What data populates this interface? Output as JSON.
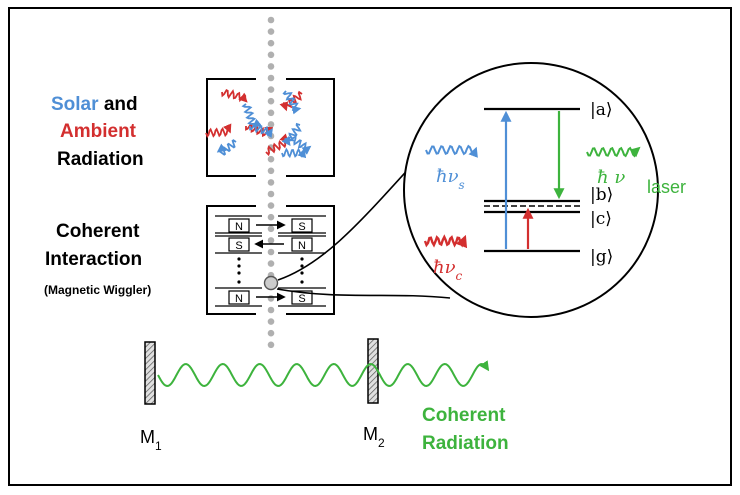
{
  "radiation_label": {
    "solar": "Solar",
    "and": "and",
    "ambient": "Ambient",
    "radiation": "Radiation"
  },
  "interaction_label": {
    "line1": "Coherent",
    "line2": "Interaction",
    "line3": "(Magnetic Wiggler)"
  },
  "magnets": {
    "left": [
      "N",
      "S",
      "N"
    ],
    "right": [
      "S",
      "N",
      "S"
    ]
  },
  "levels": {
    "a": "|a⟩",
    "b": "|b⟩",
    "c": "|c⟩",
    "g": "|g⟩"
  },
  "photons": {
    "solar": "ħν",
    "solar_sub": "s",
    "ambient": "ħν",
    "ambient_sub": "c",
    "laser_symbol": "ħ ν",
    "laser_word": "laser"
  },
  "mirrors": {
    "m1": "M",
    "m1_sub": "1",
    "m2": "M",
    "m2_sub": "2"
  },
  "output_label": {
    "line1": "Coherent",
    "line2": "Radiation"
  },
  "colors": {
    "solar": "#4f8fd6",
    "ambient": "#d32f2f",
    "laser": "#3db33d",
    "dots": "#b0b0b0",
    "outline": "#000000"
  }
}
